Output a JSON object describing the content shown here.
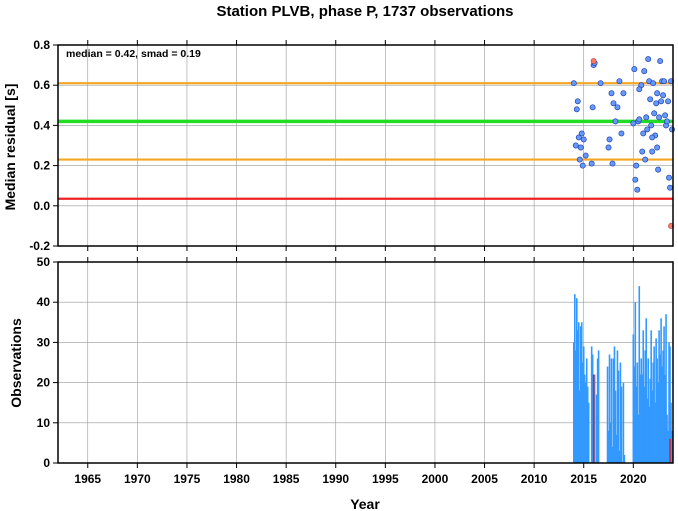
{
  "chart_data": {
    "title": "Station PLVB, phase P, 1737 observations",
    "colors": {
      "median_line": "#22dd22",
      "smad_lines": "#f5a623",
      "zero_line": "#ee2222",
      "points": "#6699ff",
      "outlier_points": "#ff7766",
      "bars": "#3399ff",
      "highlight_bars": "#dd2222",
      "grid": "#999999"
    },
    "x_axis": {
      "label": "Year",
      "range": [
        1962,
        2024
      ],
      "ticks": [
        1965,
        1970,
        1975,
        1980,
        1985,
        1990,
        1995,
        2000,
        2005,
        2010,
        2015,
        2020
      ]
    },
    "panels": [
      {
        "type": "scatter",
        "ylabel": "Median residual [s]",
        "ylim": [
          -0.2,
          0.8
        ],
        "yticks": [
          "-0.2",
          "0.0",
          "0.2",
          "0.4",
          "0.6",
          "0.8"
        ],
        "grid": true,
        "annotation": "median = 0.42, smad = 0.19",
        "hlines": [
          {
            "role": "median",
            "y": 0.42
          },
          {
            "role": "median+smad",
            "y": 0.61
          },
          {
            "role": "median-smad",
            "y": 0.23
          },
          {
            "role": "reference",
            "y": 0.035
          }
        ],
        "points": [
          [
            2014.0,
            0.61
          ],
          [
            2014.2,
            0.3
          ],
          [
            2014.3,
            0.48
          ],
          [
            2014.4,
            0.52
          ],
          [
            2014.5,
            0.34
          ],
          [
            2014.6,
            0.23
          ],
          [
            2014.7,
            0.29
          ],
          [
            2014.8,
            0.36
          ],
          [
            2014.9,
            0.2
          ],
          [
            2015.0,
            0.33
          ],
          [
            2015.2,
            0.25
          ],
          [
            2015.8,
            0.21
          ],
          [
            2015.9,
            0.49
          ],
          [
            2016.0,
            0.7
          ],
          [
            2016.1,
            0.71
          ],
          [
            2016.7,
            0.61
          ],
          [
            2017.5,
            0.29
          ],
          [
            2017.6,
            0.33
          ],
          [
            2017.8,
            0.56
          ],
          [
            2017.9,
            0.21
          ],
          [
            2018.0,
            0.51
          ],
          [
            2018.2,
            0.42
          ],
          [
            2018.4,
            0.49
          ],
          [
            2018.6,
            0.62
          ],
          [
            2018.8,
            0.36
          ],
          [
            2019.0,
            0.56
          ],
          [
            2020.0,
            0.41
          ],
          [
            2020.1,
            0.68
          ],
          [
            2020.2,
            0.13
          ],
          [
            2020.3,
            0.2
          ],
          [
            2020.4,
            0.08
          ],
          [
            2020.5,
            0.42
          ],
          [
            2020.6,
            0.43
          ],
          [
            2020.8,
            0.6
          ],
          [
            2020.9,
            0.27
          ],
          [
            2021.0,
            0.36
          ],
          [
            2021.1,
            0.67
          ],
          [
            2021.2,
            0.23
          ],
          [
            2021.3,
            0.44
          ],
          [
            2021.4,
            0.38
          ],
          [
            2021.5,
            0.73
          ],
          [
            2021.6,
            0.62
          ],
          [
            2021.7,
            0.53
          ],
          [
            2021.8,
            0.4
          ],
          [
            2021.9,
            0.27
          ],
          [
            2022.0,
            0.61
          ],
          [
            2022.1,
            0.46
          ],
          [
            2022.2,
            0.35
          ],
          [
            2022.3,
            0.51
          ],
          [
            2022.4,
            0.29
          ],
          [
            2022.5,
            0.18
          ],
          [
            2022.6,
            0.44
          ],
          [
            2022.7,
            0.72
          ],
          [
            2022.8,
            0.52
          ],
          [
            2022.9,
            0.62
          ],
          [
            2023.0,
            0.55
          ],
          [
            2023.1,
            0.62
          ],
          [
            2023.2,
            0.45
          ],
          [
            2023.3,
            0.4
          ],
          [
            2023.4,
            0.42
          ],
          [
            2023.5,
            0.52
          ],
          [
            2023.6,
            0.14
          ],
          [
            2023.7,
            0.09
          ],
          [
            2023.8,
            0.62
          ],
          [
            2023.9,
            0.38
          ],
          [
            2022.4,
            0.56
          ],
          [
            2021.9,
            0.34
          ],
          [
            2020.6,
            0.58
          ]
        ],
        "outliers": [
          [
            2016.0,
            0.72
          ],
          [
            2023.8,
            -0.1
          ]
        ]
      },
      {
        "type": "bar",
        "ylabel": "Observations",
        "ylim": [
          0,
          50
        ],
        "yticks": [
          "0",
          "10",
          "20",
          "30",
          "40",
          "50"
        ],
        "grid": true,
        "bars": [
          [
            2014.0,
            30
          ],
          [
            2014.1,
            42
          ],
          [
            2014.2,
            28
          ],
          [
            2014.3,
            41
          ],
          [
            2014.4,
            33
          ],
          [
            2014.5,
            35
          ],
          [
            2014.6,
            18
          ],
          [
            2014.7,
            34
          ],
          [
            2014.8,
            35
          ],
          [
            2014.9,
            25
          ],
          [
            2015.0,
            29
          ],
          [
            2015.1,
            22
          ],
          [
            2015.2,
            20
          ],
          [
            2015.3,
            26
          ],
          [
            2015.4,
            19
          ],
          [
            2015.5,
            15
          ],
          [
            2015.8,
            29
          ],
          [
            2015.9,
            27
          ],
          [
            2016.1,
            22
          ],
          [
            2016.3,
            17
          ],
          [
            2016.4,
            26
          ],
          [
            2016.5,
            28
          ],
          [
            2017.4,
            24
          ],
          [
            2017.5,
            8
          ],
          [
            2017.6,
            27
          ],
          [
            2017.7,
            10
          ],
          [
            2017.8,
            26
          ],
          [
            2017.9,
            4
          ],
          [
            2018.0,
            26
          ],
          [
            2018.1,
            29
          ],
          [
            2018.2,
            18
          ],
          [
            2018.3,
            7
          ],
          [
            2018.4,
            28
          ],
          [
            2018.5,
            23
          ],
          [
            2018.6,
            3
          ],
          [
            2018.7,
            25
          ],
          [
            2018.8,
            19
          ],
          [
            2019.0,
            20
          ],
          [
            2019.1,
            2
          ],
          [
            2020.0,
            32
          ],
          [
            2020.1,
            24
          ],
          [
            2020.2,
            40
          ],
          [
            2020.3,
            19
          ],
          [
            2020.4,
            25
          ],
          [
            2020.5,
            12
          ],
          [
            2020.6,
            44
          ],
          [
            2020.7,
            22
          ],
          [
            2020.8,
            26
          ],
          [
            2020.9,
            22
          ],
          [
            2021.0,
            33
          ],
          [
            2021.1,
            19
          ],
          [
            2021.2,
            28
          ],
          [
            2021.3,
            36
          ],
          [
            2021.4,
            16
          ],
          [
            2021.5,
            26
          ],
          [
            2021.6,
            14
          ],
          [
            2021.7,
            21
          ],
          [
            2021.8,
            33
          ],
          [
            2021.9,
            18
          ],
          [
            2022.0,
            25
          ],
          [
            2022.1,
            29
          ],
          [
            2022.2,
            15
          ],
          [
            2022.3,
            31
          ],
          [
            2022.4,
            26
          ],
          [
            2022.5,
            20
          ],
          [
            2022.6,
            33
          ],
          [
            2022.7,
            27
          ],
          [
            2022.8,
            36
          ],
          [
            2022.9,
            24
          ],
          [
            2023.0,
            28
          ],
          [
            2023.1,
            34
          ],
          [
            2023.2,
            22
          ],
          [
            2023.3,
            37
          ],
          [
            2023.4,
            12
          ],
          [
            2023.5,
            8
          ],
          [
            2023.6,
            30
          ],
          [
            2023.7,
            29
          ],
          [
            2023.8,
            15
          ],
          [
            2023.9,
            8
          ]
        ],
        "highlight_bars": [
          [
            2016.0,
            22
          ],
          [
            2023.7,
            6
          ]
        ]
      }
    ]
  }
}
